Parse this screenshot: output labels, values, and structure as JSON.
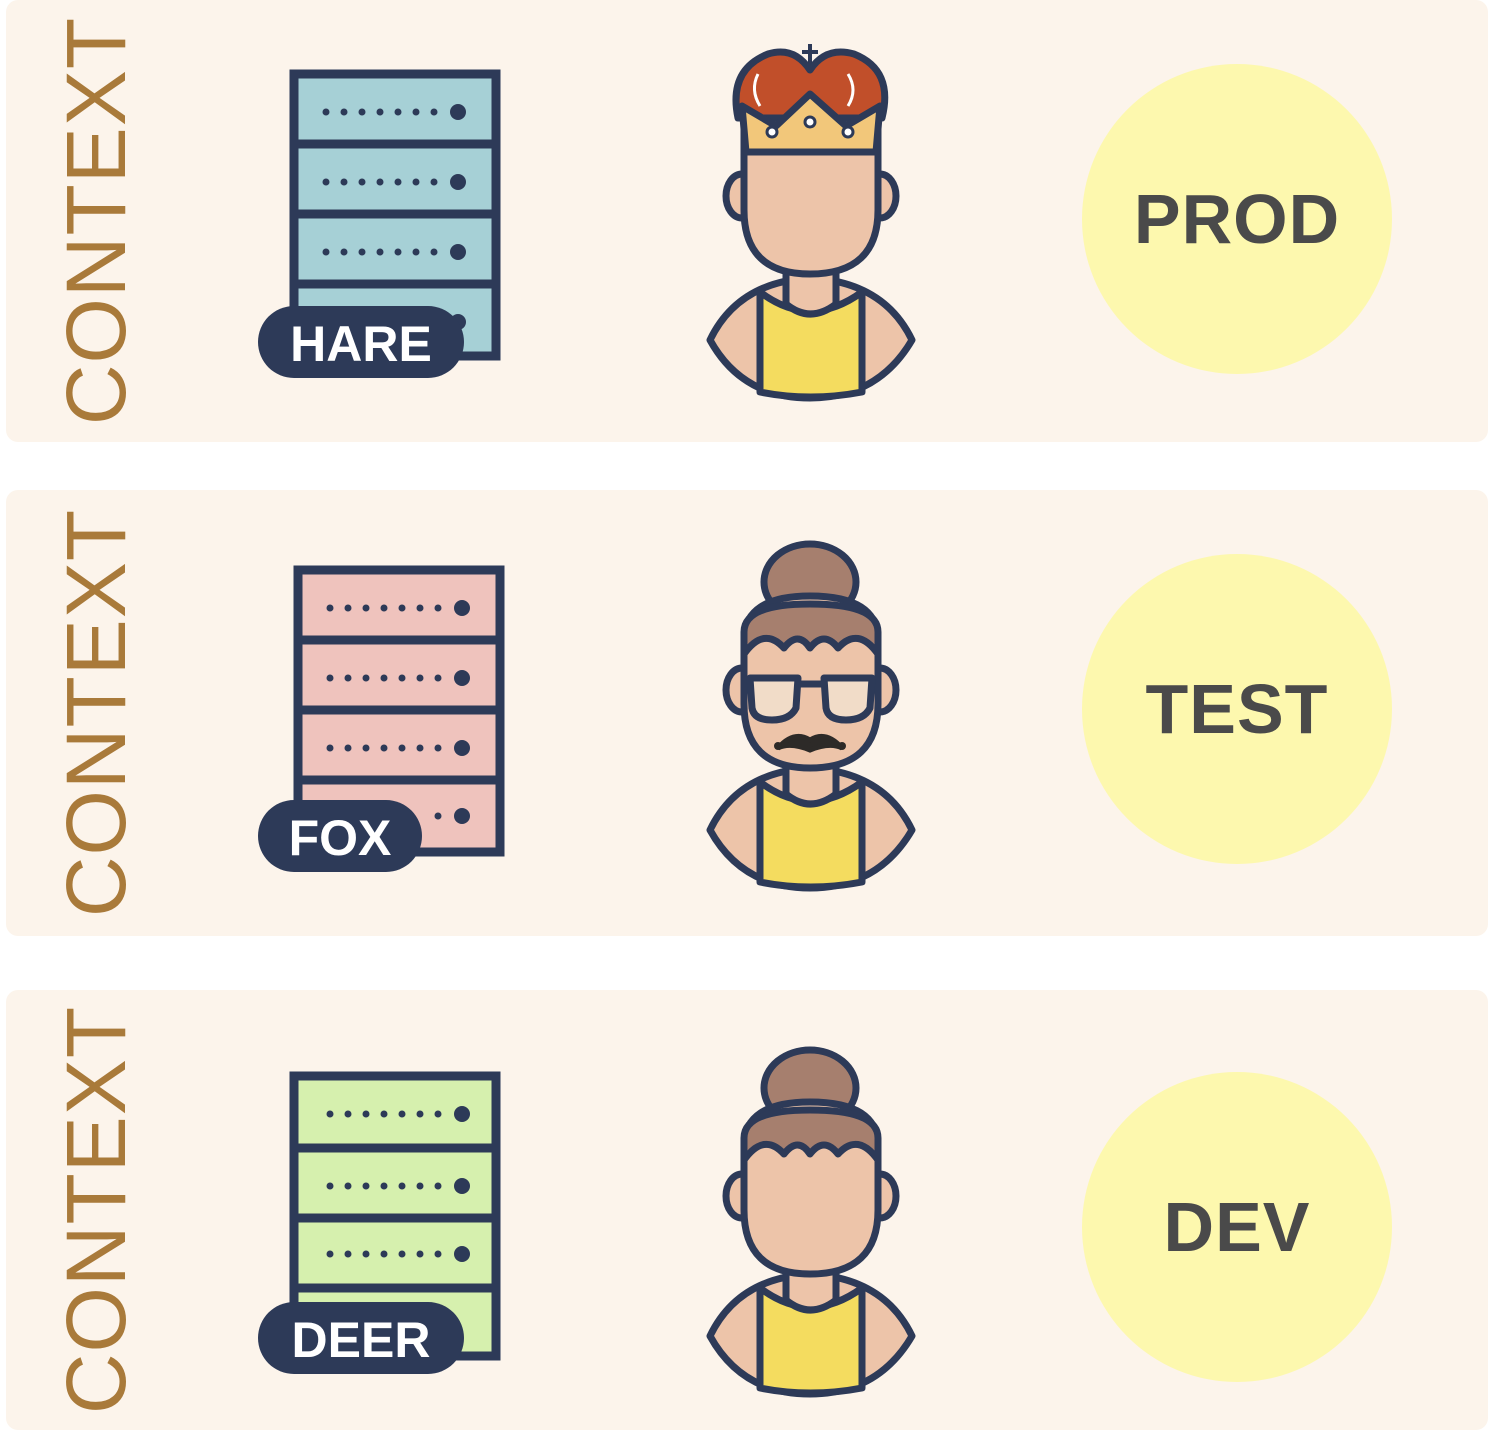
{
  "rows": [
    {
      "context": "CONTEXT",
      "server": "HARE",
      "env": "PROD"
    },
    {
      "context": "CONTEXT",
      "server": "FOX",
      "env": "TEST"
    },
    {
      "context": "CONTEXT",
      "server": "DEER",
      "env": "DEV"
    }
  ],
  "colors": {
    "panel": "#fcf4eb",
    "context_text": "#a97a3a",
    "env_circle": "#fdf8ae",
    "outline": "#2d3a58",
    "server_hare": "#a6d0d6",
    "server_fox": "#efc3bd",
    "server_deer": "#d6f0ae"
  },
  "icons": {
    "row1": [
      "server-rack-icon",
      "king-avatar-icon"
    ],
    "row2": [
      "server-rack-icon",
      "hipster-avatar-icon"
    ],
    "row3": [
      "server-rack-icon",
      "person-avatar-icon"
    ]
  }
}
